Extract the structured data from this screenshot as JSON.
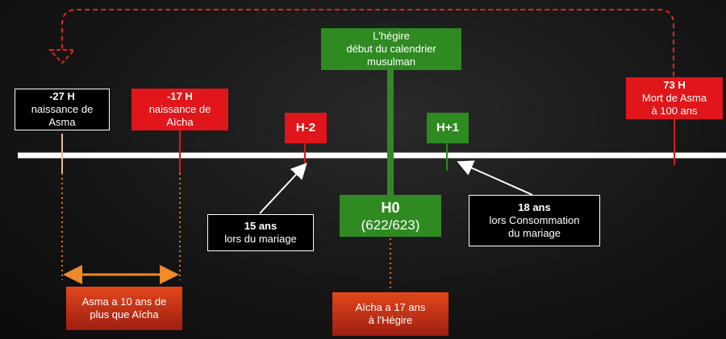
{
  "events": {
    "asma_birth": {
      "title": "-27 H",
      "line1": "naissance de",
      "line2": "Asma"
    },
    "aicha_birth": {
      "title": "-17 H",
      "line1": "naissance de",
      "line2": "Aïcha"
    },
    "hegire": {
      "line1": "L'hégire",
      "line2": "début du calendrier",
      "line3": "musulman"
    },
    "asma_death": {
      "title": "73 H",
      "line1": "Mort de Asma",
      "line2": "à 100 ans"
    }
  },
  "markers": {
    "h_minus_2": "H-2",
    "h_plus_1": "H+1",
    "h0_title": "H0",
    "h0_years": "(622/623)"
  },
  "notes": {
    "marriage": {
      "title": "15 ans",
      "line1": "lors du mariage"
    },
    "consummation": {
      "title": "18 ans",
      "line1": "lors Consommation",
      "line2": "du mariage"
    },
    "age_gap": {
      "line1": "Asma a 10 ans de",
      "line2": "plus que Aïcha"
    },
    "aicha_age": {
      "line1": "Aïcha a 17 ans",
      "line2": "à l'Hégire"
    }
  },
  "colors": {
    "red": "#e0161b",
    "green": "#2f8a22",
    "orange": "#e8701c",
    "timeline": "#ffffff"
  }
}
